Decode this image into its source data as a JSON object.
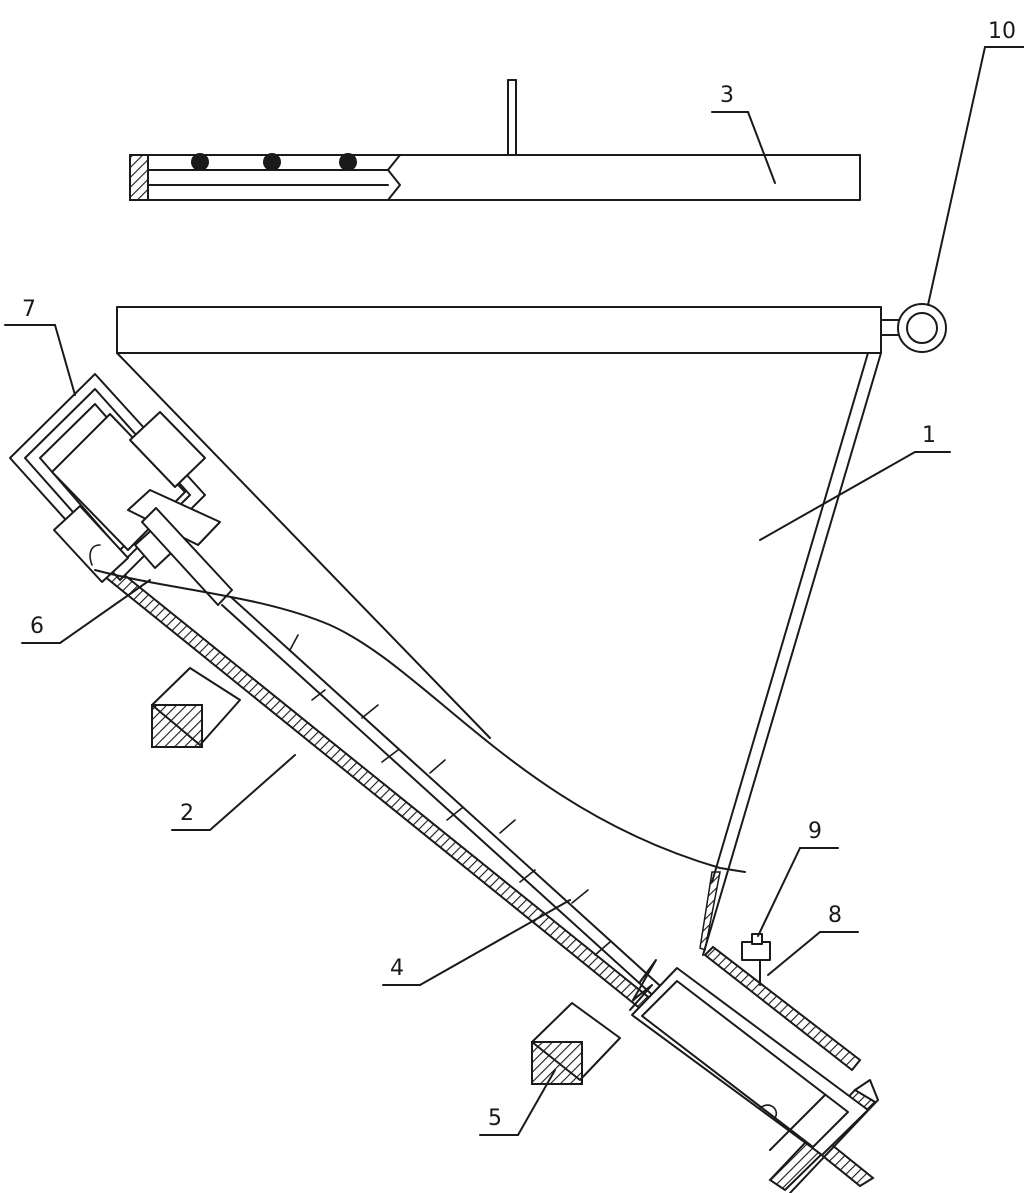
{
  "figure": {
    "labels": {
      "l1": "1",
      "l2": "2",
      "l3": "3",
      "l4": "4",
      "l5": "5",
      "l6": "6",
      "l7": "7",
      "l8": "8",
      "l9": "9",
      "l10": "10"
    },
    "colors": {
      "ink": "#1a1a1a",
      "paper": "#ffffff"
    }
  }
}
